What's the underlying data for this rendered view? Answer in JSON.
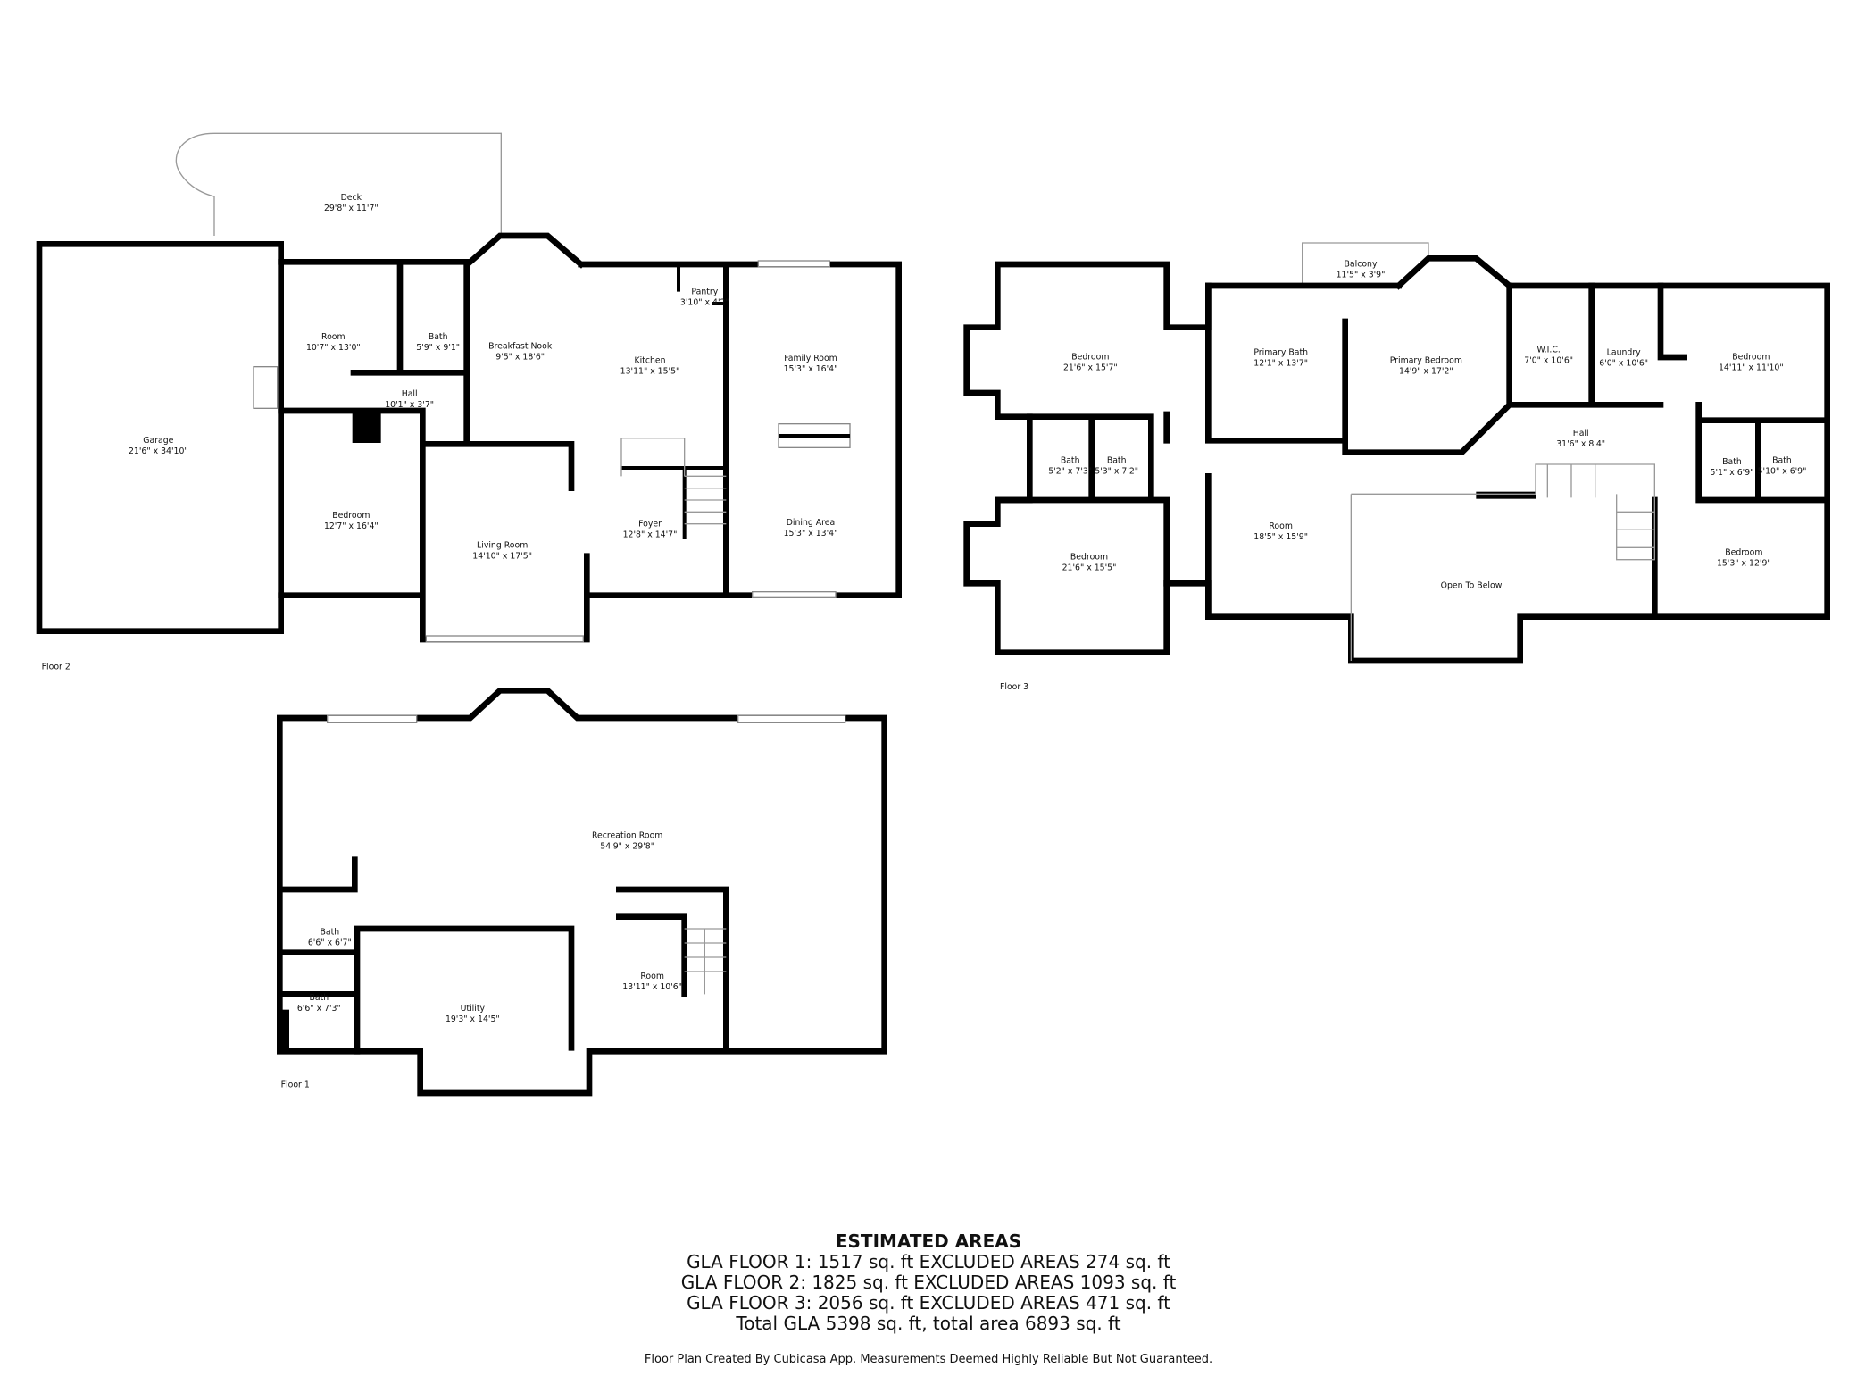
{
  "floors": {
    "floor2": {
      "label": "Floor 2",
      "rooms": [
        {
          "name": "Deck",
          "dim": "29'8\" x 11'7\""
        },
        {
          "name": "Garage",
          "dim": "21'6\" x 34'10\""
        },
        {
          "name": "Room",
          "dim": "10'7\" x 13'0\""
        },
        {
          "name": "Bath",
          "dim": "5'9\" x 9'1\""
        },
        {
          "name": "Hall",
          "dim": "10'1\" x 3'7\""
        },
        {
          "name": "Bedroom",
          "dim": "12'7\" x 16'4\""
        },
        {
          "name": "Breakfast Nook",
          "dim": "9'5\" x 18'6\""
        },
        {
          "name": "Kitchen",
          "dim": "13'11\" x 15'5\""
        },
        {
          "name": "Pantry",
          "dim": "3'10\" x 4'2\""
        },
        {
          "name": "Family Room",
          "dim": "15'3\" x 16'4\""
        },
        {
          "name": "Living Room",
          "dim": "14'10\" x 17'5\""
        },
        {
          "name": "Foyer",
          "dim": "12'8\" x 14'7\""
        },
        {
          "name": "Dining Area",
          "dim": "15'3\" x 13'4\""
        }
      ]
    },
    "floor3": {
      "label": "Floor 3",
      "rooms": [
        {
          "name": "Balcony",
          "dim": "11'5\" x 3'9\""
        },
        {
          "name": "Bedroom",
          "dim": "21'6\" x 15'7\""
        },
        {
          "name": "Primary Bath",
          "dim": "12'1\" x 13'7\""
        },
        {
          "name": "Primary Bedroom",
          "dim": "14'9\" x 17'2\""
        },
        {
          "name": "W.I.C.",
          "dim": "7'0\" x 10'6\""
        },
        {
          "name": "Laundry",
          "dim": "6'0\" x 10'6\""
        },
        {
          "name": "Bedroom",
          "dim": "14'11\" x 11'10\""
        },
        {
          "name": "Hall",
          "dim": "31'6\" x 8'4\""
        },
        {
          "name": "Bath",
          "dim": "5'2\" x 7'3\""
        },
        {
          "name": "Bath",
          "dim": "5'3\" x 7'2\""
        },
        {
          "name": "Bath",
          "dim": "5'1\" x 6'9\""
        },
        {
          "name": "Bath",
          "dim": "5'10\" x 6'9\""
        },
        {
          "name": "Bedroom",
          "dim": "21'6\" x 15'5\""
        },
        {
          "name": "Room",
          "dim": "18'5\" x 15'9\""
        },
        {
          "name": "Open To Below",
          "dim": ""
        },
        {
          "name": "Bedroom",
          "dim": "15'3\" x 12'9\""
        }
      ]
    },
    "floor1": {
      "label": "Floor 1",
      "rooms": [
        {
          "name": "Recreation Room",
          "dim": "54'9\" x 29'8\""
        },
        {
          "name": "Bath",
          "dim": "6'6\" x 6'7\""
        },
        {
          "name": "Bath",
          "dim": "6'6\" x 7'3\""
        },
        {
          "name": "Utility",
          "dim": "19'3\" x 14'5\""
        },
        {
          "name": "Room",
          "dim": "13'11\" x 10'6\""
        }
      ]
    }
  },
  "summary": {
    "title": "ESTIMATED AREAS",
    "lines": [
      "GLA FLOOR 1: 1517 sq. ft EXCLUDED AREAS 274 sq. ft",
      "GLA FLOOR 2: 1825 sq. ft EXCLUDED AREAS 1093 sq. ft",
      "GLA FLOOR 3: 2056 sq. ft EXCLUDED AREAS 471 sq. ft",
      "Total GLA 5398 sq. ft, total area 6893 sq. ft"
    ]
  },
  "footer": "Floor Plan Created By Cubicasa App. Measurements Deemed Highly Reliable But Not Guaranteed."
}
